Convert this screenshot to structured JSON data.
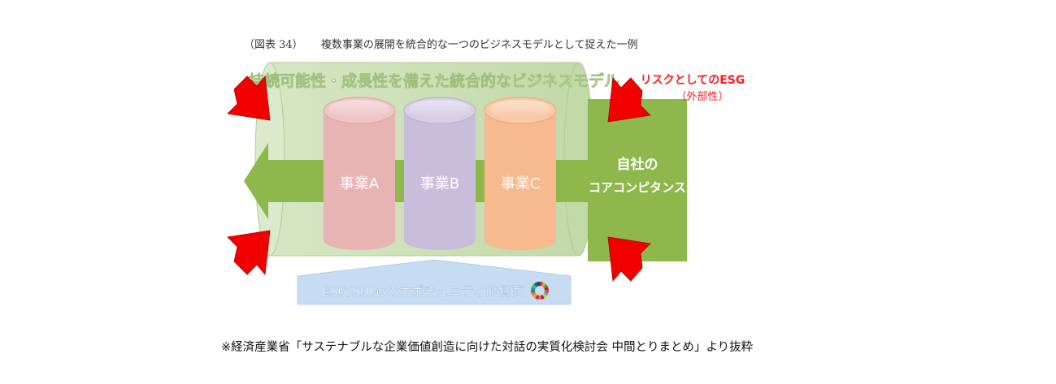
{
  "caption": {
    "number": "（図表 34）",
    "title": "複数事業の展開を統合的な一つのビジネスモデルとして捉えた一例"
  },
  "diagram": {
    "model_title": "持続可能性・成長性を備えた統合的なビジネスモデル",
    "businesses": [
      {
        "label": "事業A",
        "color": "#e7b3b3"
      },
      {
        "label": "事業B",
        "color": "#c8bedb"
      },
      {
        "label": "事業C",
        "color": "#f7b98e"
      }
    ],
    "core_competence": {
      "line1": "自社の",
      "line2": "コアコンピタンス",
      "color": "#8fb84c"
    },
    "risk_label": {
      "line1": "リスクとしてのESG",
      "line2": "（外部性）",
      "color": "#ff1a1a"
    },
    "opportunity_label": "ESG/SDGsのオポチュニティ的側面",
    "colors": {
      "arrow_red": "#f20000",
      "cylinder_green": "#c7ddb0",
      "band_green": "#8fb84c",
      "opportunity_blue": "#c6dcf2"
    }
  },
  "source_note": "※経済産業省「サステナブルな企業価値創造に向けた対話の実質化検討会 中間とりまとめ」より抜粋"
}
